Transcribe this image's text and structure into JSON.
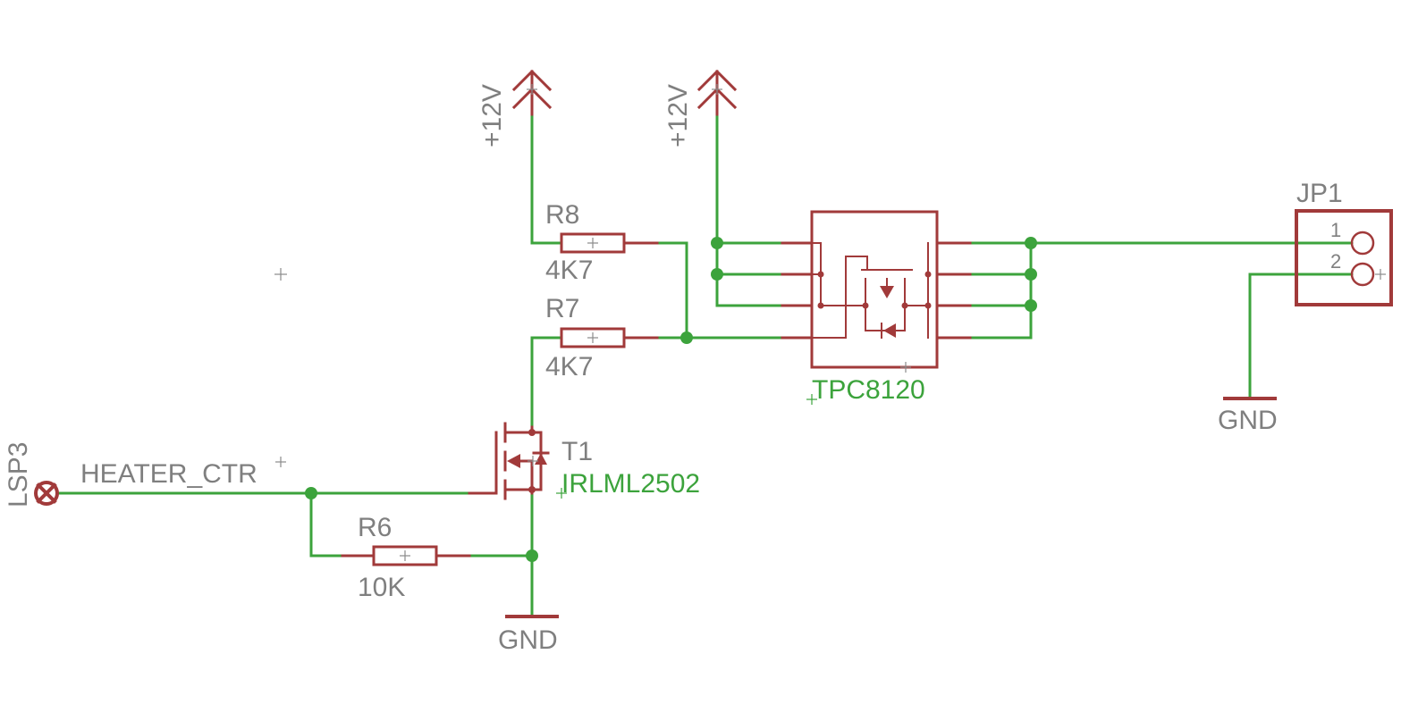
{
  "schematic": {
    "power": [
      {
        "label": "+12V"
      },
      {
        "label": "+12V"
      }
    ],
    "resistors": {
      "r8": {
        "name": "R8",
        "value": "4K7"
      },
      "r7": {
        "name": "R7",
        "value": "4K7"
      },
      "r6": {
        "name": "R6",
        "value": "10K"
      }
    },
    "transistor": {
      "name": "T1",
      "value": "IRLML2502"
    },
    "mosfet": {
      "value": "TPC8120"
    },
    "connector": {
      "name": "JP1",
      "pin1": "1",
      "pin2": "2"
    },
    "test_point": {
      "name": "LSP3"
    },
    "net_label": "HEATER_CTR",
    "grounds": [
      {
        "label": "GND"
      },
      {
        "label": "GND"
      }
    ]
  },
  "colors": {
    "wire": "#3ca33c",
    "symbol": "#a13a3a",
    "text": "#7f7f7f"
  }
}
